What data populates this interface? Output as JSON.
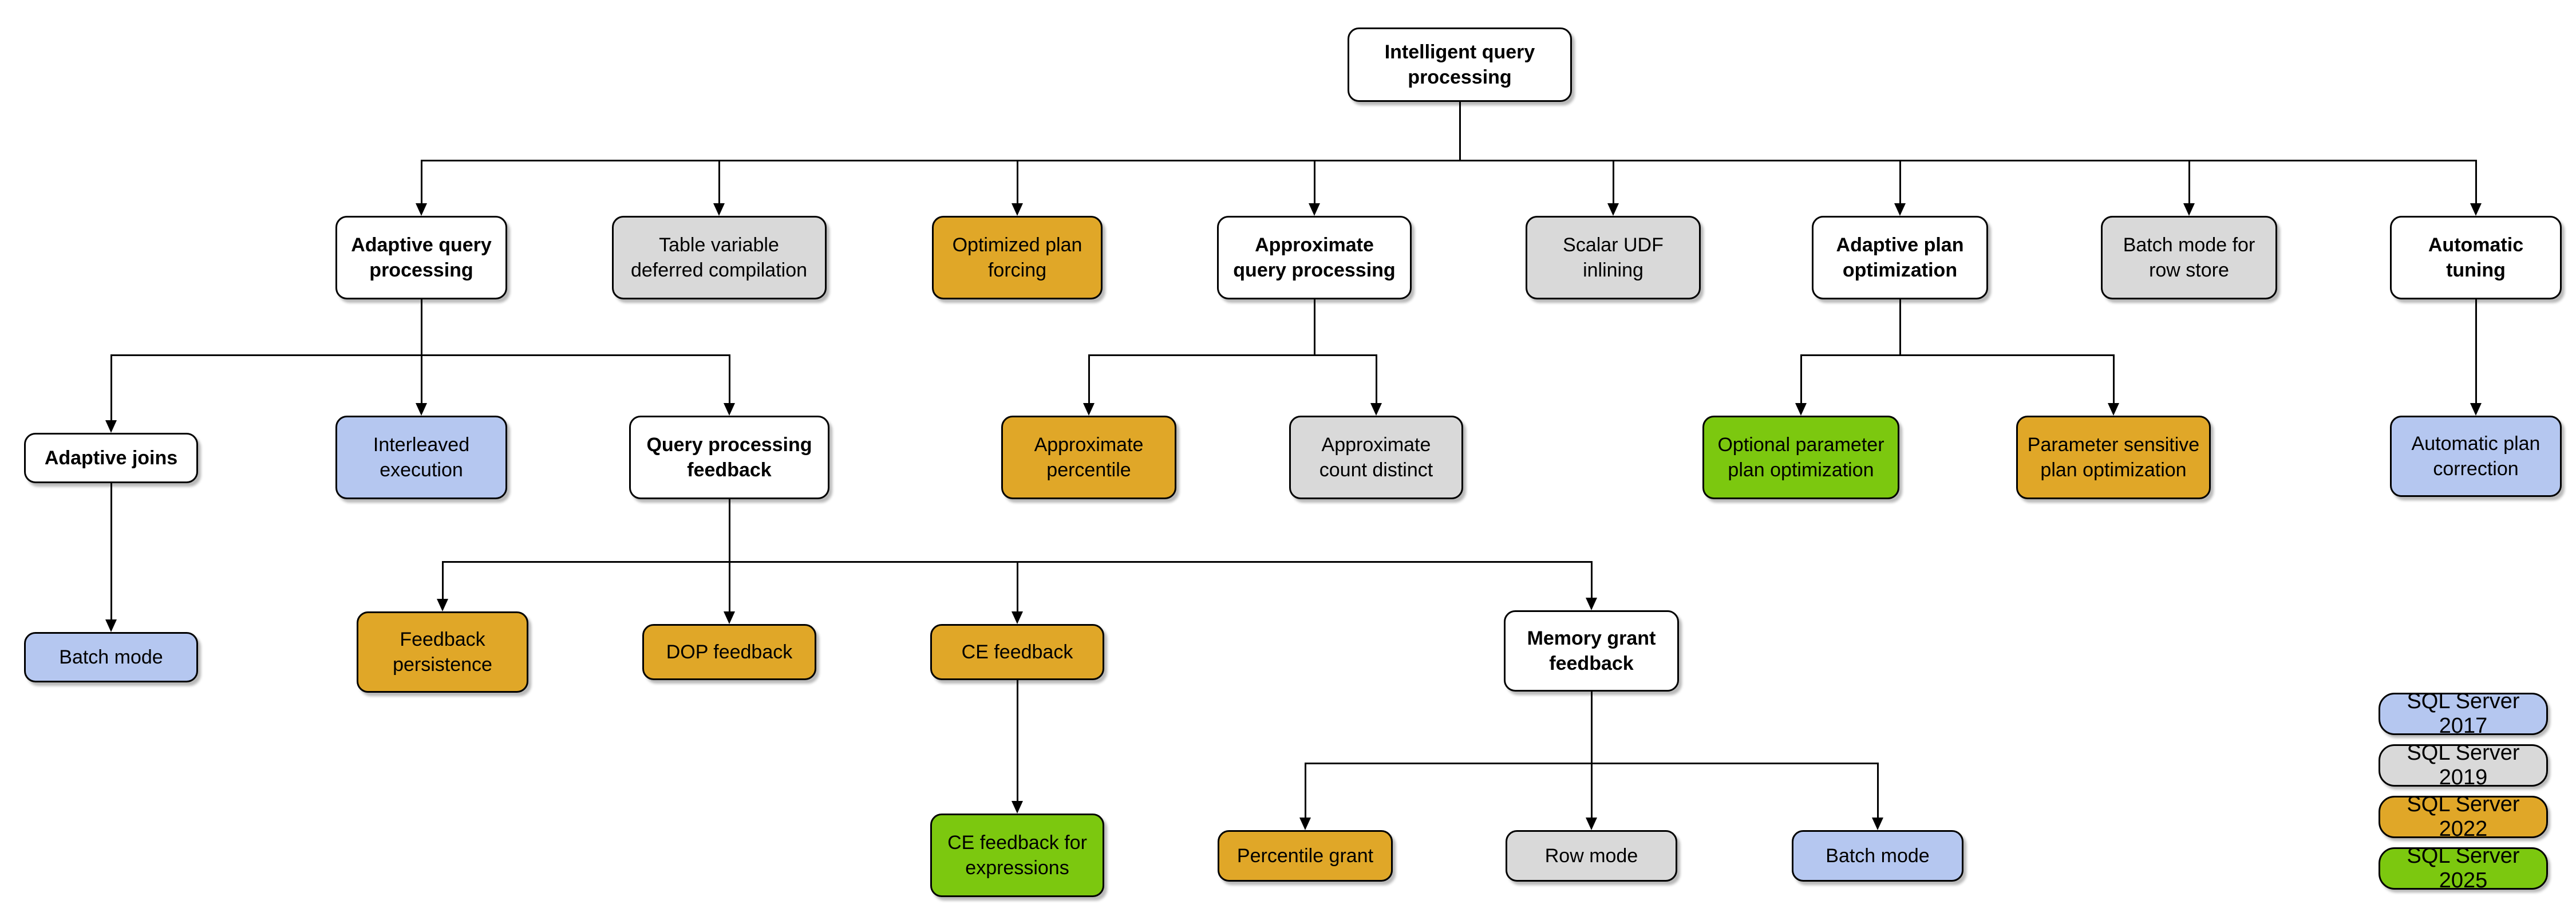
{
  "palette": {
    "sql2017": "#b5c7f0",
    "sql2019": "#d9d9d9",
    "sql2022": "#e0a728",
    "sql2025": "#7cc80f",
    "category": "#ffffff"
  },
  "nodes": [
    {
      "id": "intelligent-query-processing",
      "label": "Intelligent query\nprocessing",
      "version": "category"
    },
    {
      "id": "adaptive-query-processing",
      "label": "Adaptive query\nprocessing",
      "version": "category"
    },
    {
      "id": "table-variable-deferred-compilation",
      "label": "Table variable\ndeferred compilation",
      "version": "sql2019"
    },
    {
      "id": "optimized-plan-forcing",
      "label": "Optimized plan\nforcing",
      "version": "sql2022"
    },
    {
      "id": "approximate-query-processing",
      "label": "Approximate\nquery processing",
      "version": "category"
    },
    {
      "id": "scalar-udf-inlining",
      "label": "Scalar UDF\ninlining",
      "version": "sql2019"
    },
    {
      "id": "adaptive-plan-optimization",
      "label": "Adaptive plan\noptimization",
      "version": "category"
    },
    {
      "id": "batch-mode-for-row-store",
      "label": "Batch mode for\nrow store",
      "version": "sql2019"
    },
    {
      "id": "automatic-tuning",
      "label": "Automatic\ntuning",
      "version": "category"
    },
    {
      "id": "adaptive-joins",
      "label": "Adaptive joins",
      "version": "category"
    },
    {
      "id": "interleaved-execution",
      "label": "Interleaved\nexecution",
      "version": "sql2017"
    },
    {
      "id": "query-processing-feedback",
      "label": "Query processing\nfeedback",
      "version": "category"
    },
    {
      "id": "approximate-percentile",
      "label": "Approximate\npercentile",
      "version": "sql2022"
    },
    {
      "id": "approximate-count-distinct",
      "label": "Approximate\ncount distinct",
      "version": "sql2019"
    },
    {
      "id": "optional-parameter-plan-optimization",
      "label": "Optional parameter\nplan optimization",
      "version": "sql2025"
    },
    {
      "id": "parameter-sensitive-plan-optimization",
      "label": "Parameter sensitive\nplan optimization",
      "version": "sql2022"
    },
    {
      "id": "automatic-plan-correction",
      "label": "Automatic plan\ncorrection",
      "version": "sql2017"
    },
    {
      "id": "batch-mode-adaptive-joins",
      "label": "Batch mode",
      "version": "sql2017"
    },
    {
      "id": "feedback-persistence",
      "label": "Feedback\npersistence",
      "version": "sql2022"
    },
    {
      "id": "dop-feedback",
      "label": "DOP feedback",
      "version": "sql2022"
    },
    {
      "id": "ce-feedback",
      "label": "CE feedback",
      "version": "sql2022"
    },
    {
      "id": "memory-grant-feedback",
      "label": "Memory grant\nfeedback",
      "version": "category"
    },
    {
      "id": "ce-feedback-for-expressions",
      "label": "CE feedback for\nexpressions",
      "version": "sql2025"
    },
    {
      "id": "percentile-grant",
      "label": "Percentile grant",
      "version": "sql2022"
    },
    {
      "id": "row-mode",
      "label": "Row mode",
      "version": "sql2019"
    },
    {
      "id": "batch-mode-memory-grant",
      "label": "Batch mode",
      "version": "sql2017"
    }
  ],
  "legend": [
    {
      "label": "SQL Server 2017",
      "version": "sql2017"
    },
    {
      "label": "SQL Server 2019",
      "version": "sql2019"
    },
    {
      "label": "SQL Server 2022",
      "version": "sql2022"
    },
    {
      "label": "SQL Server 2025",
      "version": "sql2025"
    }
  ]
}
